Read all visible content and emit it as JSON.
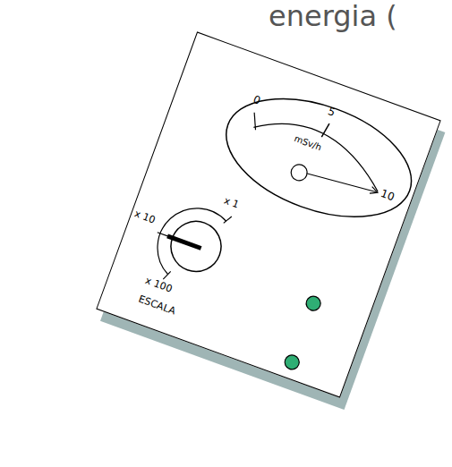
{
  "diagram": {
    "labels": [
      "energia (",
      "0",
      "5",
      "10",
      "mSv/h",
      "x 1",
      "x 10",
      "x 100",
      "ESCALA"
    ]
  }
}
